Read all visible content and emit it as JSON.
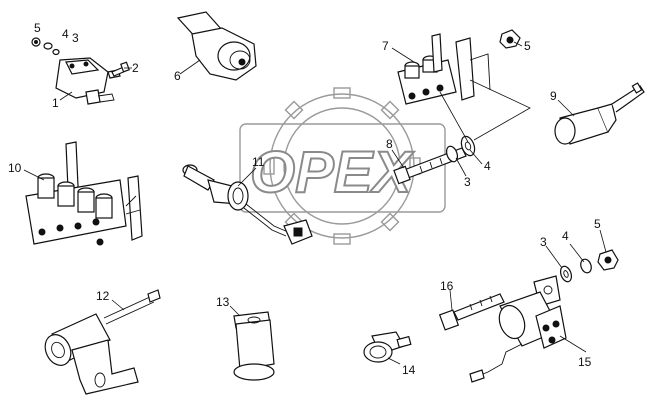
{
  "watermark": {
    "text": "OPEX"
  },
  "callouts": {
    "c1": "1",
    "c2": "2",
    "c3a": "3",
    "c4a": "4",
    "c5a": "5",
    "c6": "6",
    "c7": "7",
    "c5b": "5",
    "c9": "9",
    "c8": "8",
    "c4b": "4",
    "c3b": "3",
    "c10": "10",
    "c11": "11",
    "c5c": "5",
    "c4c": "4",
    "c3c": "3",
    "c16": "16",
    "c15": "15",
    "c12": "12",
    "c13": "13",
    "c14": "14"
  }
}
